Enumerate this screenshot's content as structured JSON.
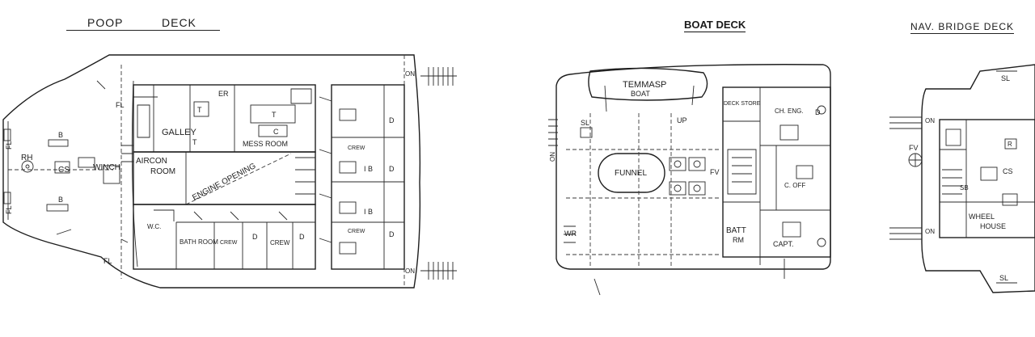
{
  "headings": {
    "poop_a": "POOP",
    "poop_b": "DECK",
    "boat": "BOAT DECK",
    "nav": "NAV. BRIDGE  DECK"
  },
  "poop_deck": {
    "rh": "RH",
    "cs": "CS",
    "winch": "WINCH",
    "b1": "B",
    "b2": "B",
    "fl1": "FL",
    "fl2": "FL",
    "fl3": "FL",
    "fl4": "FL",
    "galley": "GALLEY",
    "mess_room": "MESS ROOM",
    "er": "ER",
    "t1": "T",
    "t2": "T",
    "t3": "T",
    "c": "C",
    "aircon": "AIRCON",
    "room": "ROOM",
    "engine_opening": "ENGINE  OPENING",
    "wc": "W.C.",
    "bath_room": "BATH ROOM",
    "crew1": "CREW",
    "crew2": "CREW",
    "crew3": "CREW",
    "crew4": "CREW",
    "d1": "D",
    "d2": "D",
    "d3": "D",
    "d4": "D",
    "d5": "D",
    "ib1": "I B",
    "ib2": "I B",
    "on1": "ON",
    "on2": "ON"
  },
  "boat_deck": {
    "temmasp": "TEMMASP",
    "boat": "BOAT",
    "sl": "SL",
    "funnel": "FUNNEL",
    "up": "UP",
    "fv": "FV",
    "deck_store": "DECK STORE",
    "ch_eng": "CH. ENG.",
    "c_off": "C. OFF",
    "d": "D",
    "batt": "BATT",
    "rm": "RM",
    "capt": "CAPT.",
    "wr": "WR",
    "on": "ON"
  },
  "nav_bridge": {
    "sl1": "SL",
    "sl2": "SL",
    "fv": "FV",
    "r": "R",
    "cs": "CS",
    "wheel": "WHEEL",
    "house": "HOUSE",
    "on1": "ON",
    "on2": "ON",
    "sb": "SB"
  }
}
